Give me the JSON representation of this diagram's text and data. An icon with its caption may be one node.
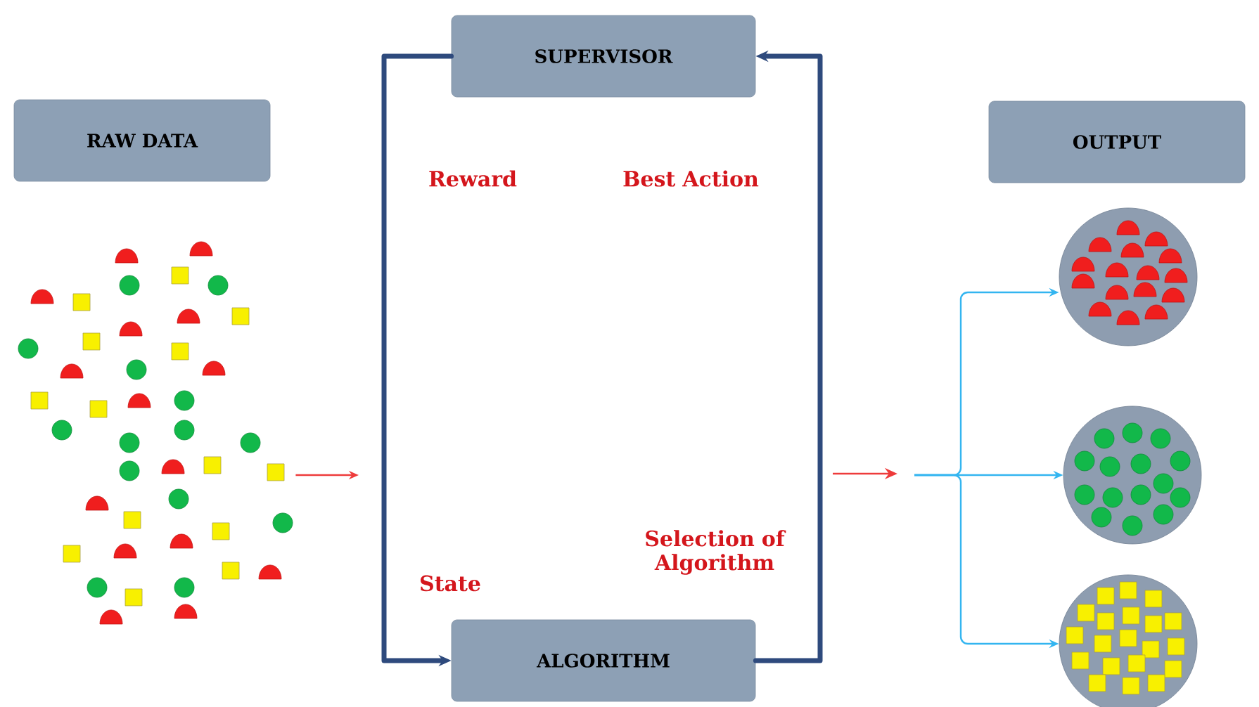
{
  "diagram": {
    "nodes": [
      {
        "text": [
          "RAW DATA"
        ]
      },
      {
        "text": [
          "SUPERVISOR"
        ]
      },
      {
        "text": [
          "ALGORITHM"
        ]
      },
      {
        "text": [
          "OUTPUT"
        ]
      },
      {
        "text": [],
        "shape": "picture"
      },
      {
        "text": [],
        "shape": "circle"
      },
      {
        "text": [],
        "shape": "circle"
      },
      {
        "text": [],
        "shape": "circle"
      }
    ],
    "edges": [
      {
        "from": 1,
        "to": 2,
        "arrow": "to",
        "style": "thick",
        "color": "#2e4a7d"
      },
      {
        "from": 2,
        "to": 1,
        "arrow": "to",
        "style": "thick",
        "color": "#2e4a7d"
      },
      {
        "from": 4,
        "to": null,
        "arrow": "to",
        "color": "#ee3b3b"
      },
      {
        "from": null,
        "to": 5,
        "arrow": "to"
      },
      {
        "from": null,
        "to": 6,
        "arrow": "to"
      },
      {
        "from": null,
        "to": 7,
        "arrow": "to"
      }
    ],
    "labels": [
      "Reward",
      "Best Action",
      "Selection of Algorithm",
      "State"
    ]
  }
}
